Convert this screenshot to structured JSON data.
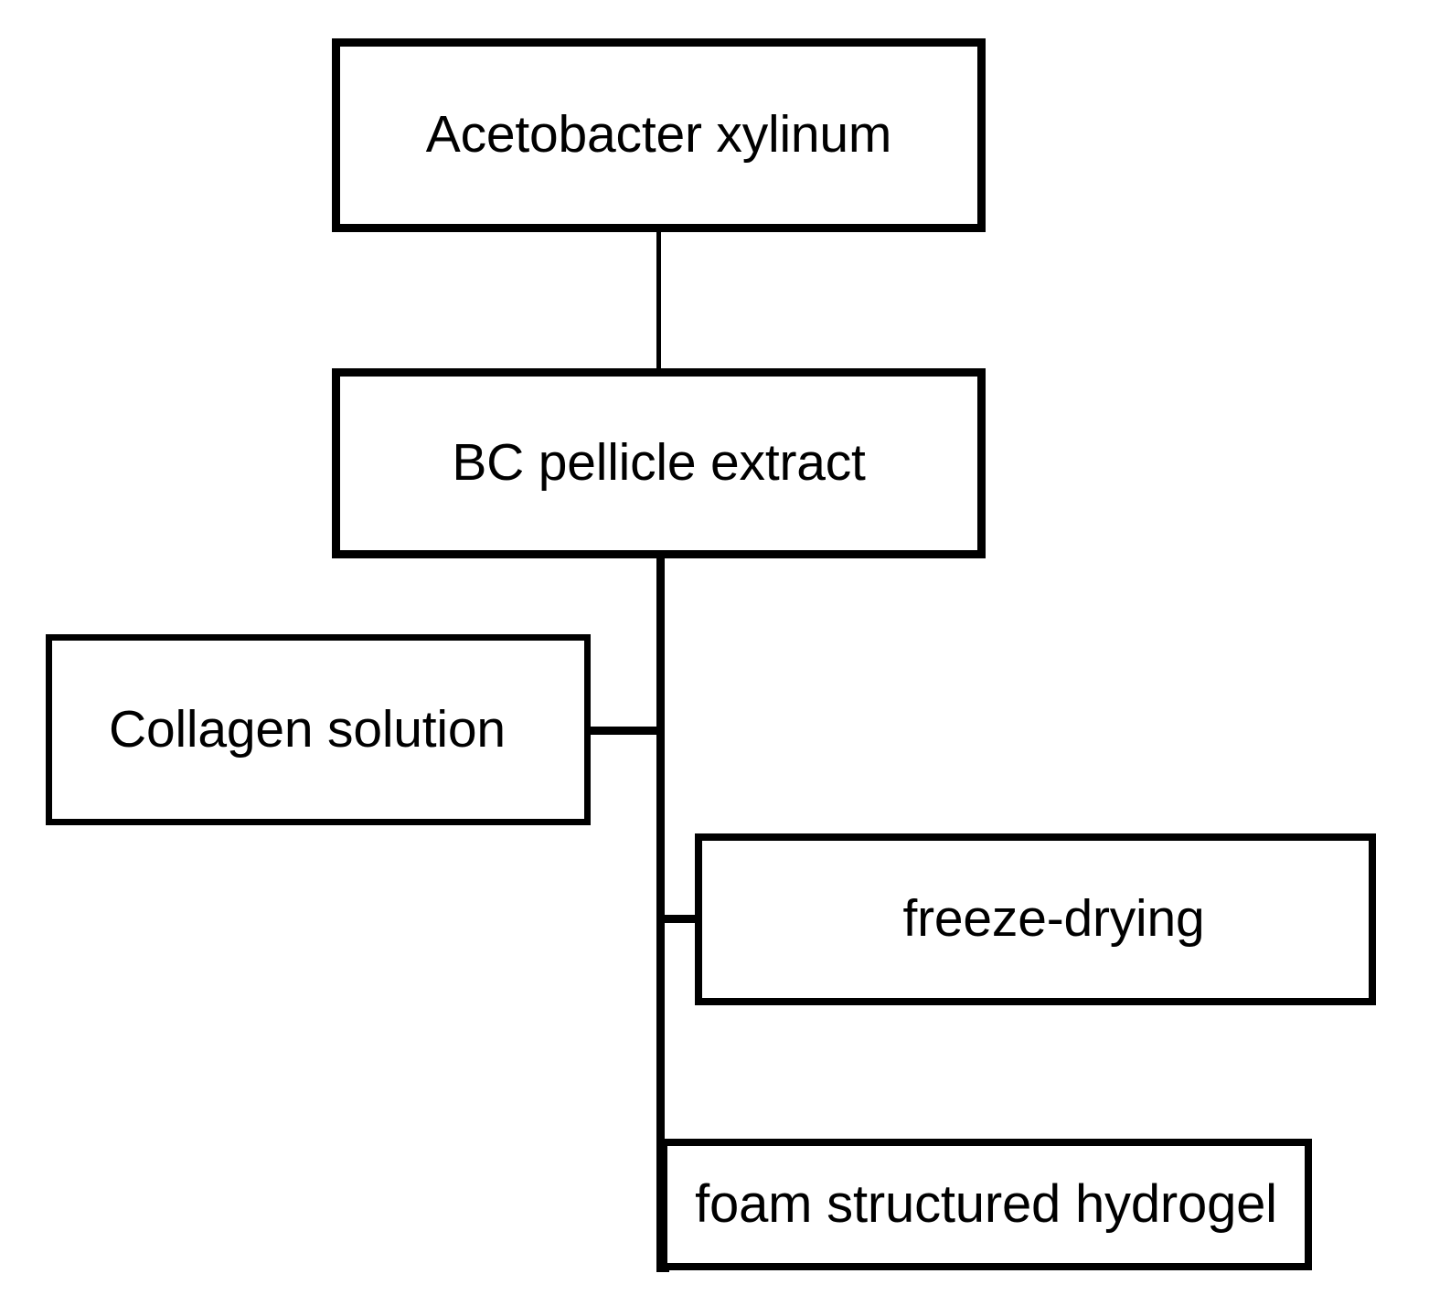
{
  "diagram": {
    "title": "BC collagen foam hydrogel preparation flowchart",
    "background_color": "#ffffff",
    "line_color": "#000000",
    "nodes": [
      {
        "id": "acetobacter",
        "label": "Acetobacter xylinum"
      },
      {
        "id": "bc_pellicle",
        "label": "BC pellicle extract"
      },
      {
        "id": "collagen",
        "label": "Collagen solution"
      },
      {
        "id": "freeze_drying",
        "label": "freeze-drying"
      },
      {
        "id": "foam_hydrogel",
        "label": "foam structured hydrogel"
      }
    ],
    "edges": [
      {
        "id": "e1",
        "from": "acetobacter",
        "to": "bc_pellicle",
        "style": "vertical"
      },
      {
        "id": "e2",
        "from": "bc_pellicle",
        "to": "foam_hydrogel",
        "style": "vertical-trunk"
      },
      {
        "id": "e3",
        "from": "collagen",
        "to": "bc_pellicle",
        "style": "horizontal"
      },
      {
        "id": "e4",
        "from": "bc_pellicle",
        "to": "freeze_drying",
        "style": "horizontal"
      }
    ]
  }
}
